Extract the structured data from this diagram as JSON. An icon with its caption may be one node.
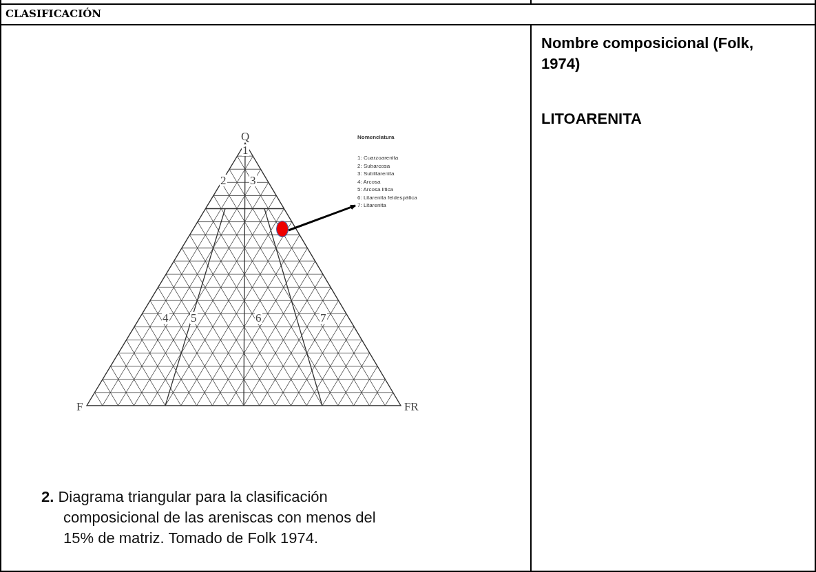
{
  "diagram": {
    "nodes": [
      {
        "text": [],
        "shape": "circle"
      },
      {
        "text": [
          "7: Litarenita"
        ]
      }
    ],
    "edges": [
      {
        "from": 0,
        "to": 1,
        "arrow": "to"
      }
    ],
    "labels": [
      "CLASIFICACIÓN",
      "Nombre composicional (Folk, 1974)",
      "LITOARENITA",
      "Q",
      "1",
      "2",
      "3",
      "Nomenclatura",
      "1: Cuarzoarenita",
      "2: Subarcosa",
      "3: Sublitarenita",
      "4: Arcosa",
      "5: Arcosa lítica",
      "6: Litarenita feldespática",
      "4",
      "5",
      "6",
      "7",
      "F",
      "FR",
      "**2.** Diagrama triangular para la clasificación composicional de las areniscas con menos del 15% de matriz. Tomado de Folk 1974."
    ]
  }
}
